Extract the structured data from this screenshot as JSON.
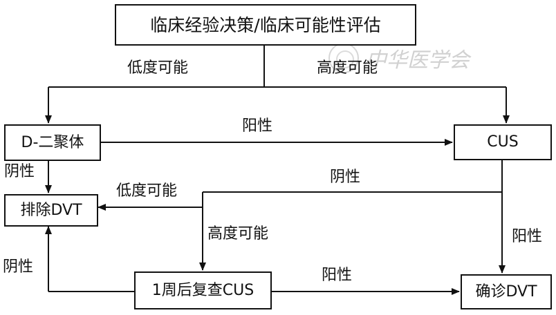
{
  "diagram": {
    "nodes": {
      "assessment": "临床经验决策/临床可能性评估",
      "ddimer": "D-二聚体",
      "cus": "CUS",
      "exclude": "排除DVT",
      "recheck": "1周后复查CUS",
      "confirm": "确诊DVT"
    },
    "edge_labels": {
      "low_probability_top": "低度可能",
      "high_probability_top": "高度可能",
      "ddimer_positive": "阳性",
      "ddimer_negative": "阴性",
      "cus_negative": "阴性",
      "middle_low_probability": "低度可能",
      "middle_high_probability": "高度可能",
      "cus_positive": "阳性",
      "recheck_negative": "阴性",
      "recheck_positive": "阳性"
    }
  },
  "watermark": {
    "text": "中华医学会"
  },
  "colors": {
    "line": "#111111",
    "watermark": "#c9c9c9"
  }
}
